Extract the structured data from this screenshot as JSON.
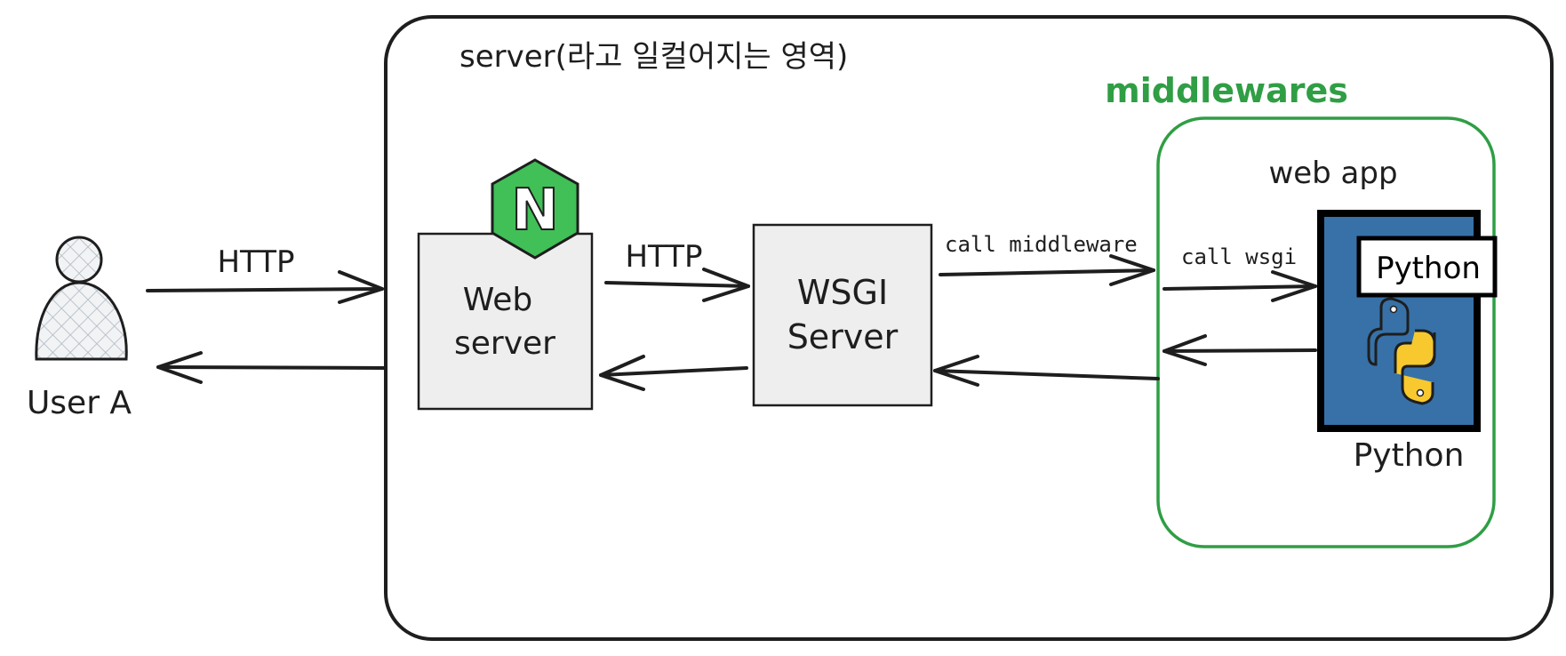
{
  "labels": {
    "server_title": "server(라고 일컬어지는 영역)",
    "middlewares_title": "middlewares",
    "web_app_title": "web app",
    "user_label": "User A",
    "web_server_line1": "Web",
    "web_server_line2": "server",
    "wsgi_line1": "WSGI",
    "wsgi_line2": "Server",
    "python_tag": "Python",
    "python_caption": "Python",
    "nginx_letter": "N"
  },
  "edges": {
    "user_to_server": "HTTP",
    "web_to_wsgi": "HTTP",
    "wsgi_to_middleware": "call middleware",
    "middleware_to_app": "call wsgi"
  },
  "colors": {
    "stroke": "#1e1e1e",
    "middleware_green": "#2f9e44",
    "nginx_green": "#40c057",
    "box_fill": "#eeeeee",
    "python_blue": "#3771a8",
    "python_yellow": "#f7c92e"
  }
}
